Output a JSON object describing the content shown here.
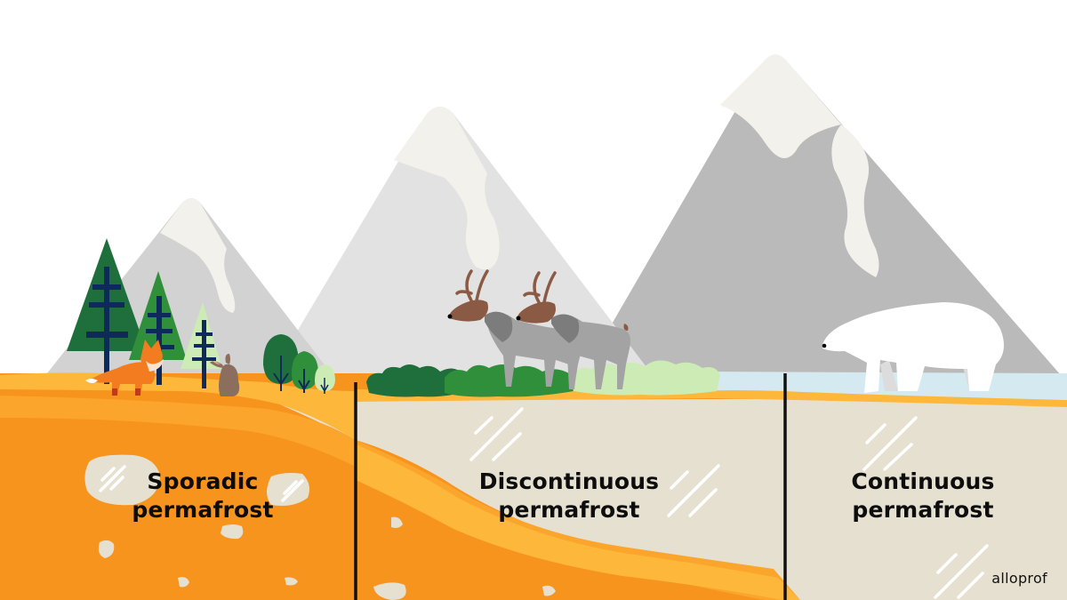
{
  "zones": [
    {
      "id": "sporadic",
      "line1": "Sporadic",
      "line2": "permafrost",
      "ground_color": "#F7941D"
    },
    {
      "id": "discontinuous",
      "line1": "Discontinuous",
      "line2": "permafrost",
      "ground_color": "#E6E0D0"
    },
    {
      "id": "continuous",
      "line1": "Continuous",
      "line2": "permafrost",
      "ground_color": "#E6E0D0"
    }
  ],
  "logo": {
    "text": "alloprof"
  },
  "colors": {
    "orange_dark": "#F7941D",
    "orange_mid": "#FBA52C",
    "orange_light": "#FDB73B",
    "frozen_ground": "#E6E0D0",
    "ice_water": "#D4EAF0",
    "mountain_light": "#E2E2E2",
    "mountain_mid": "#D2D2D2",
    "mountain_dark": "#BABABA",
    "snow": "#F3F1EC",
    "tree_dark": "#1E6F3C",
    "tree_mid": "#2F8F3A",
    "tree_light": "#CDEBB5",
    "trunk": "#0E2A5A",
    "divider": "#111111"
  },
  "animals": [
    "fox",
    "rabbit",
    "caribou",
    "caribou",
    "polar-bear"
  ]
}
